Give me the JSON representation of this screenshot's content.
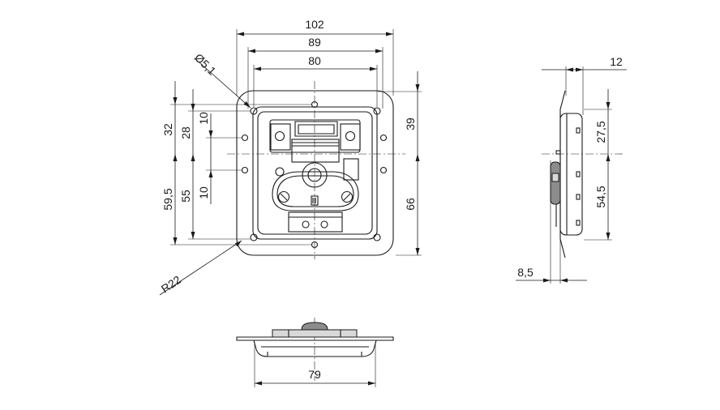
{
  "front_view": {
    "dim_width_overall": "102",
    "dim_width_hole_pitch": "89",
    "dim_width_recess": "80",
    "dim_hole_diameter": "Ø5,1",
    "dim_upper_32": "32",
    "dim_upper_28": "28",
    "dim_upper_10": "10",
    "dim_lower_59_5": "59,5",
    "dim_lower_55": "55",
    "dim_lower_10": "10",
    "dim_right_39": "39",
    "dim_right_66": "66",
    "dim_corner_radius": "R22"
  },
  "side_view": {
    "dim_depth_12": "12",
    "dim_27_5": "27,5",
    "dim_54_5": "54,5",
    "dim_8_5": "8,5"
  },
  "bottom_view": {
    "dim_79": "79"
  }
}
